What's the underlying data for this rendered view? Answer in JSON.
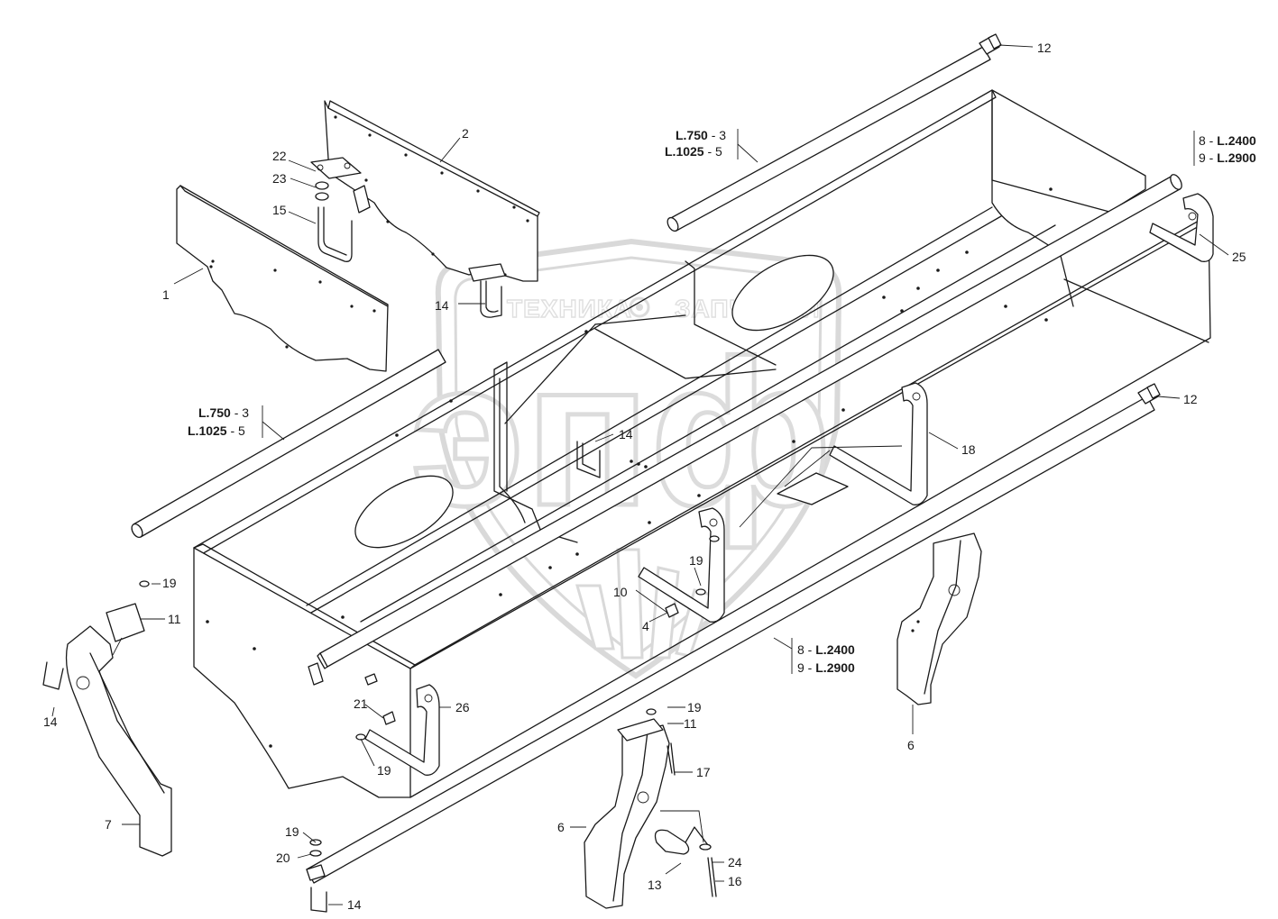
{
  "watermark": {
    "text_left": "ТЕХНИКА",
    "text_right": "ЗАПЧАСТИ",
    "monogram": "эпф",
    "gear_icon": "gear-icon"
  },
  "callouts": {
    "c1": "1",
    "c2": "2",
    "c4": "4",
    "c6a": "6",
    "c6b": "6",
    "c7": "7",
    "c10": "10",
    "c11a": "11",
    "c11b": "11",
    "c12a": "12",
    "c12b": "12",
    "c13": "13",
    "c14a": "14",
    "c14b": "14",
    "c14c": "14",
    "c14d": "14",
    "c15": "15",
    "c16": "16",
    "c17": "17",
    "c18": "18",
    "c19a": "19",
    "c19b": "19",
    "c19c": "19",
    "c19d": "19",
    "c19e": "19",
    "c20": "20",
    "c21": "21",
    "c22": "22",
    "c23": "23",
    "c24": "24",
    "c25": "25",
    "c26": "26"
  },
  "length_tables": {
    "upper_tube": {
      "row1_len": "L.750",
      "row1_sep": " - ",
      "row1_pos": "3",
      "row2_len": "L.1025",
      "row2_sep": " - ",
      "row2_pos": "5"
    },
    "left_tube": {
      "row1_len": "L.750",
      "row1_sep": " - ",
      "row1_pos": "3",
      "row2_len": "L.1025",
      "row2_sep": " - ",
      "row2_pos": "5"
    },
    "upper_right_bar": {
      "row1_pos": "8",
      "row1_sep": " - ",
      "row1_len": "L.2400",
      "row2_pos": "9",
      "row2_sep": " - ",
      "row2_len": "L.2900"
    },
    "lower_bar": {
      "row1_pos": "8",
      "row1_sep": " - ",
      "row1_len": "L.2400",
      "row2_pos": "9",
      "row2_sep": " - ",
      "row2_len": "L.2900"
    }
  }
}
